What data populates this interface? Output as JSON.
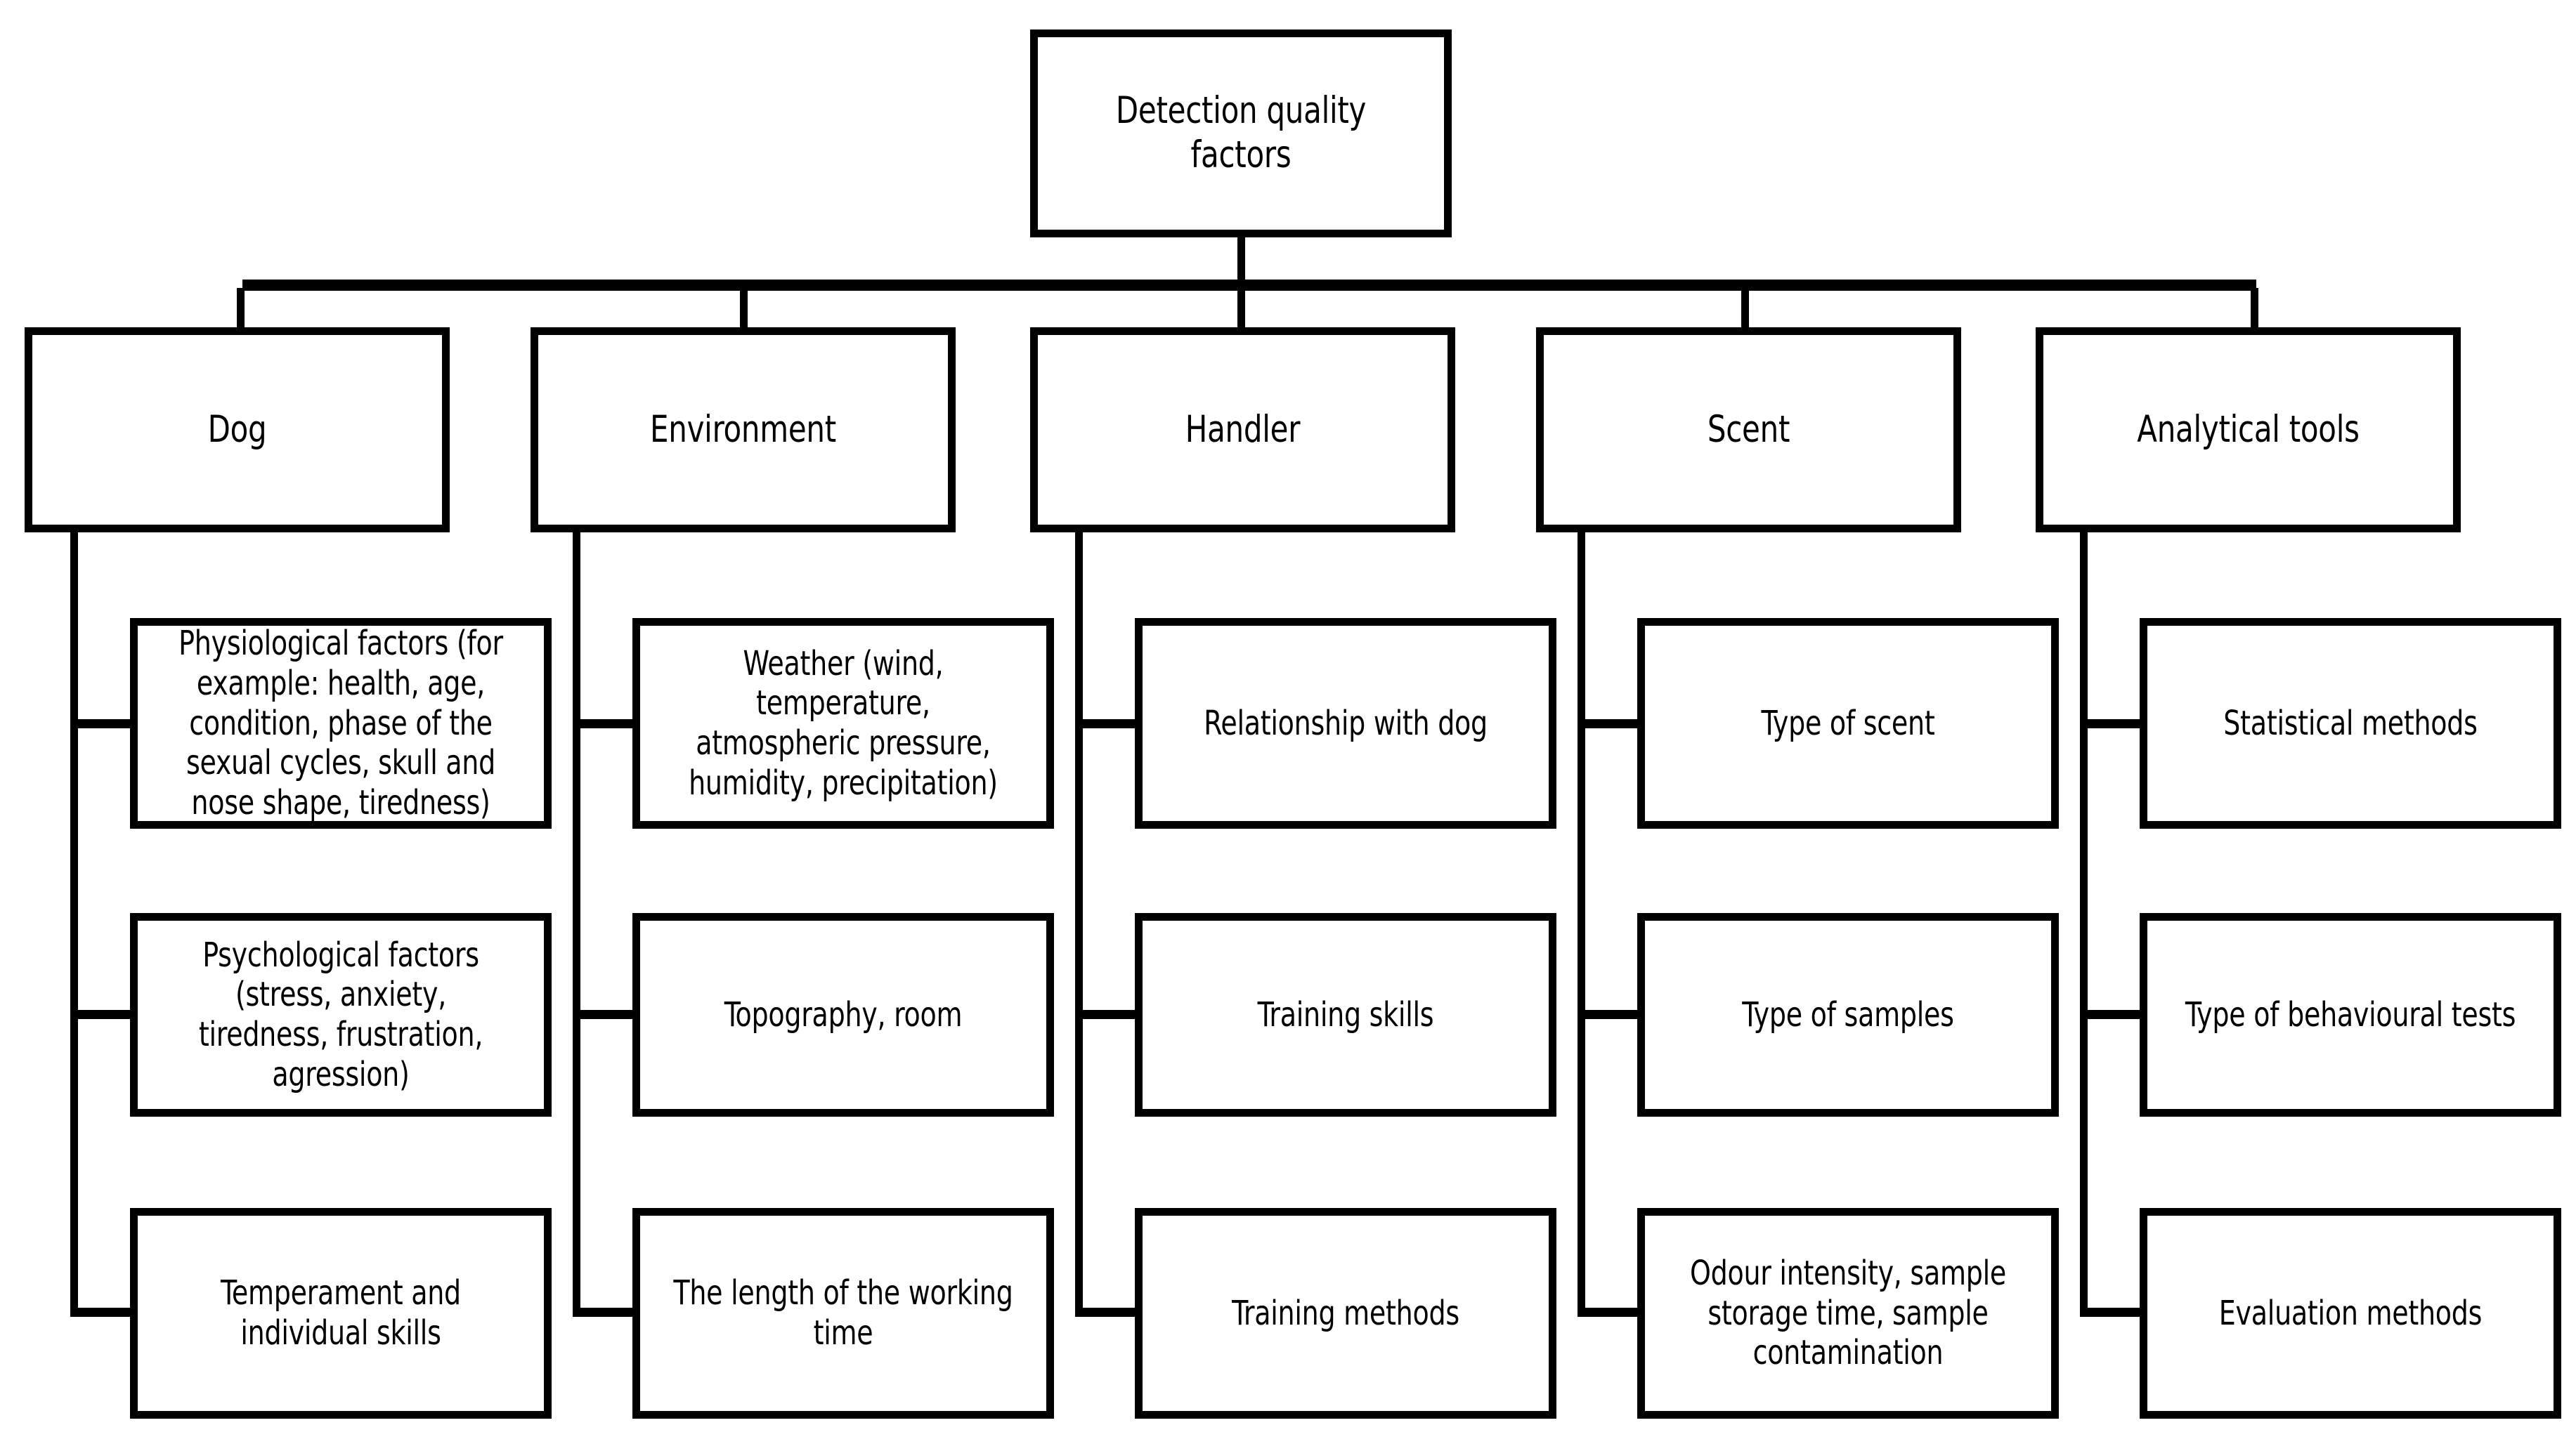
{
  "diagram": {
    "title": "Detection quality factors",
    "type": "hierarchy-tree",
    "root": {
      "label": "Detection quality factors"
    },
    "branches": [
      {
        "label": "Dog",
        "children": [
          "Physiological factors (for example: health, age, condition, phase of the sexual cycles, skull and nose shape, tiredness)",
          "Psychological  factors (stress, anxiety, tiredness, frustration, agression)",
          "Temperament and individual skills"
        ]
      },
      {
        "label": "Environment",
        "children": [
          "Weather (wind, temperature, atmospheric pressure, humidity, precipitation)",
          "Topography, room",
          "The length of the working time"
        ]
      },
      {
        "label": "Handler",
        "children": [
          "Relationship with dog",
          "Training skills",
          "Training methods"
        ]
      },
      {
        "label": "Scent",
        "children": [
          "Type of scent",
          "Type of samples",
          "Odour intensity, sample storage time, sample contamination"
        ]
      },
      {
        "label": "Analytical tools",
        "children": [
          "Statistical methods",
          "Type of behavioural tests",
          "Evaluation methods"
        ]
      }
    ],
    "colors": {
      "background": "#ffffff",
      "border": "#000000",
      "text": "#000000",
      "connector": "#000000"
    }
  }
}
